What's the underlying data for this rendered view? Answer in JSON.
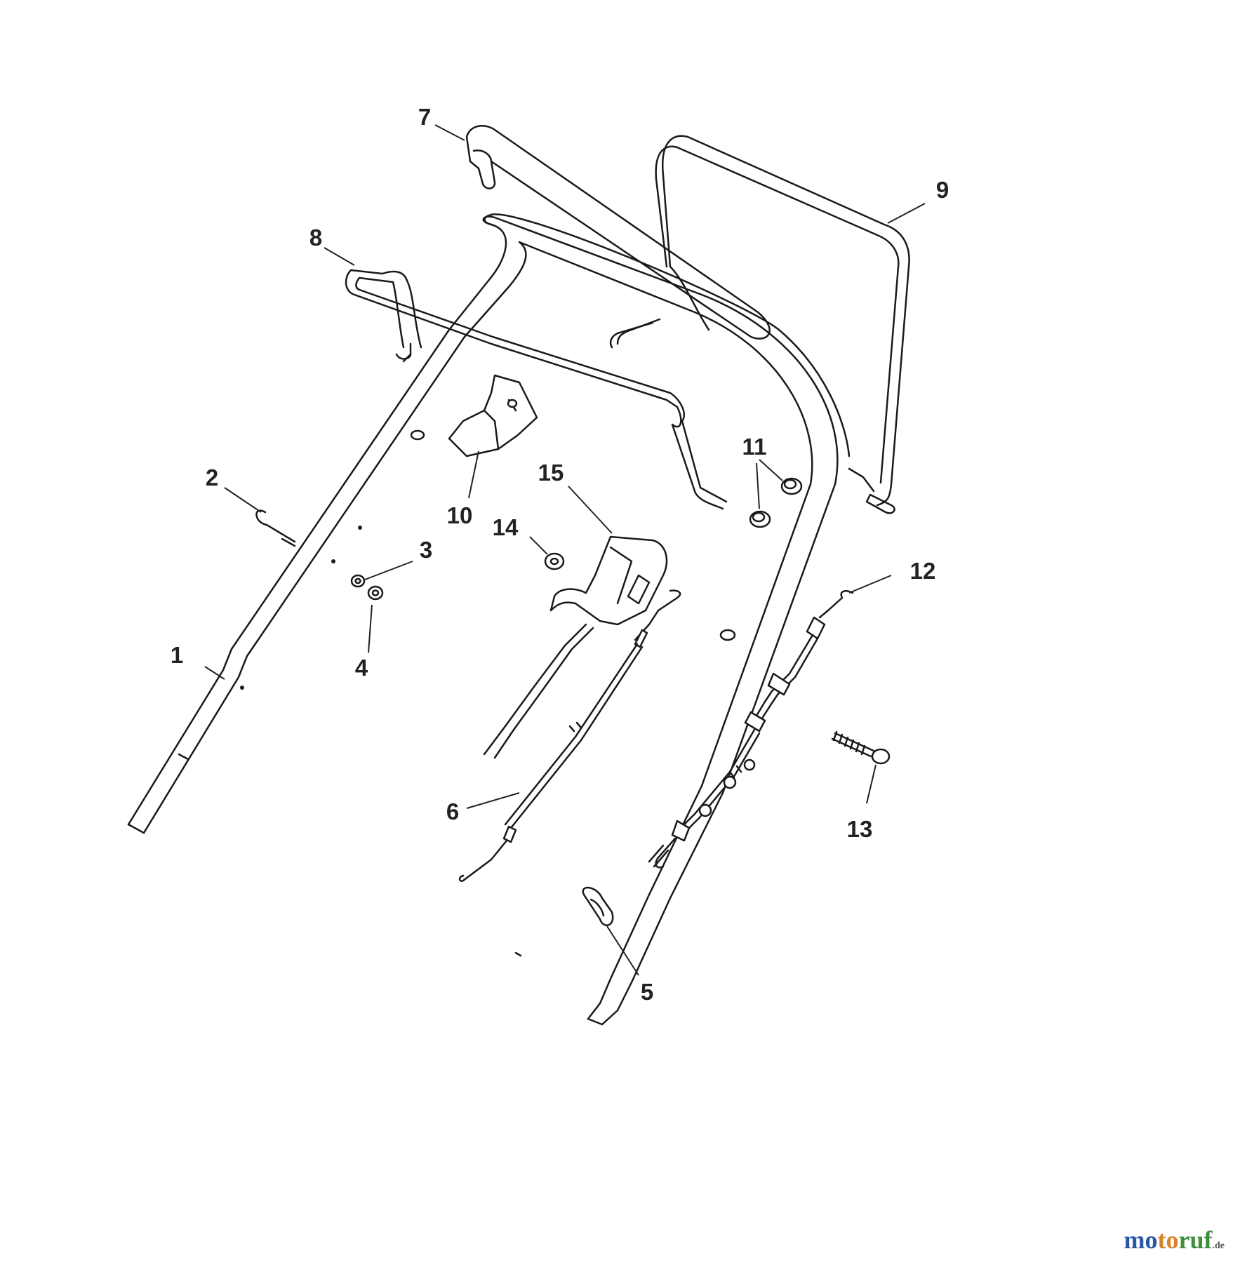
{
  "callouts": [
    {
      "id": "1",
      "label": "1"
    },
    {
      "id": "2",
      "label": "2"
    },
    {
      "id": "3",
      "label": "3"
    },
    {
      "id": "4",
      "label": "4"
    },
    {
      "id": "5",
      "label": "5"
    },
    {
      "id": "6",
      "label": "6"
    },
    {
      "id": "7",
      "label": "7"
    },
    {
      "id": "8",
      "label": "8"
    },
    {
      "id": "9",
      "label": "9"
    },
    {
      "id": "10",
      "label": "10"
    },
    {
      "id": "11",
      "label": "11"
    },
    {
      "id": "12",
      "label": "12"
    },
    {
      "id": "13",
      "label": "13"
    },
    {
      "id": "14",
      "label": "14"
    },
    {
      "id": "15",
      "label": "15"
    }
  ],
  "watermark": {
    "part1": "mo",
    "part2": "to",
    "part3": "ruf",
    "tld": ".de"
  },
  "colors": {
    "line": "#1a1a1a",
    "watermark_blue": "#2a57a8",
    "watermark_orange": "#d9822b",
    "watermark_green": "#3f8f3a"
  }
}
